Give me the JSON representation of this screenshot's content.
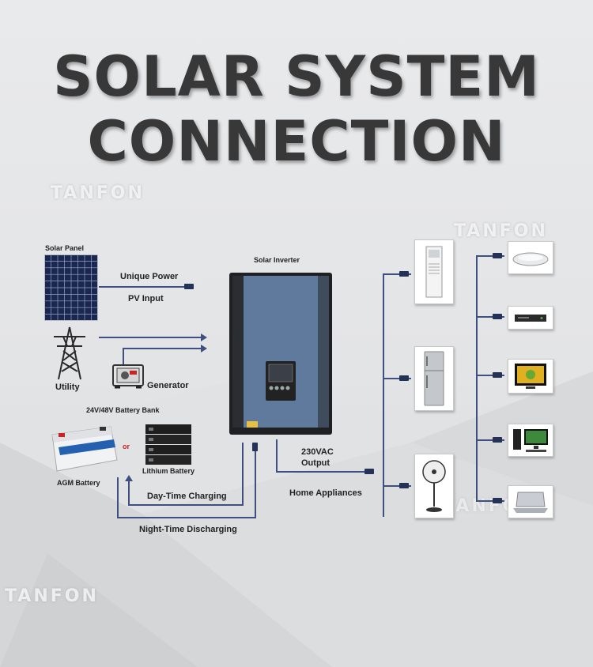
{
  "title": {
    "line1": "SOLAR SYSTEM",
    "line2": "CONNECTION"
  },
  "watermark": "TANFON",
  "labels": {
    "solar_panel": "Solar Panel",
    "unique_power": "Unique Power",
    "pv_input": "PV Input",
    "utility": "Utility",
    "generator": "Generator",
    "battery_bank": "24V/48V Battery Bank",
    "or": "or",
    "agm_battery": "AGM Battery",
    "lithium_battery": "Lithium Battery",
    "solar_inverter": "Solar Inverter",
    "day_charging": "Day-Time Charging",
    "night_discharging": "Night-Time Discharging",
    "output_voltage": "230VAC",
    "output": "Output",
    "home_appliances": "Home Appliances"
  },
  "colors": {
    "wire": "#3e4f80",
    "title": "#383838",
    "inverter_panel": "#5f7a9c",
    "inverter_body": "#1e2024"
  },
  "icons": [
    "solar-panel-icon",
    "transmission-tower-icon",
    "generator-icon",
    "agm-battery-icon",
    "lithium-battery-icon",
    "inverter-icon",
    "air-conditioner-icon",
    "refrigerator-icon",
    "fan-icon",
    "ceiling-lamp-icon",
    "dvd-player-icon",
    "tv-icon",
    "desktop-computer-icon",
    "laptop-icon"
  ]
}
